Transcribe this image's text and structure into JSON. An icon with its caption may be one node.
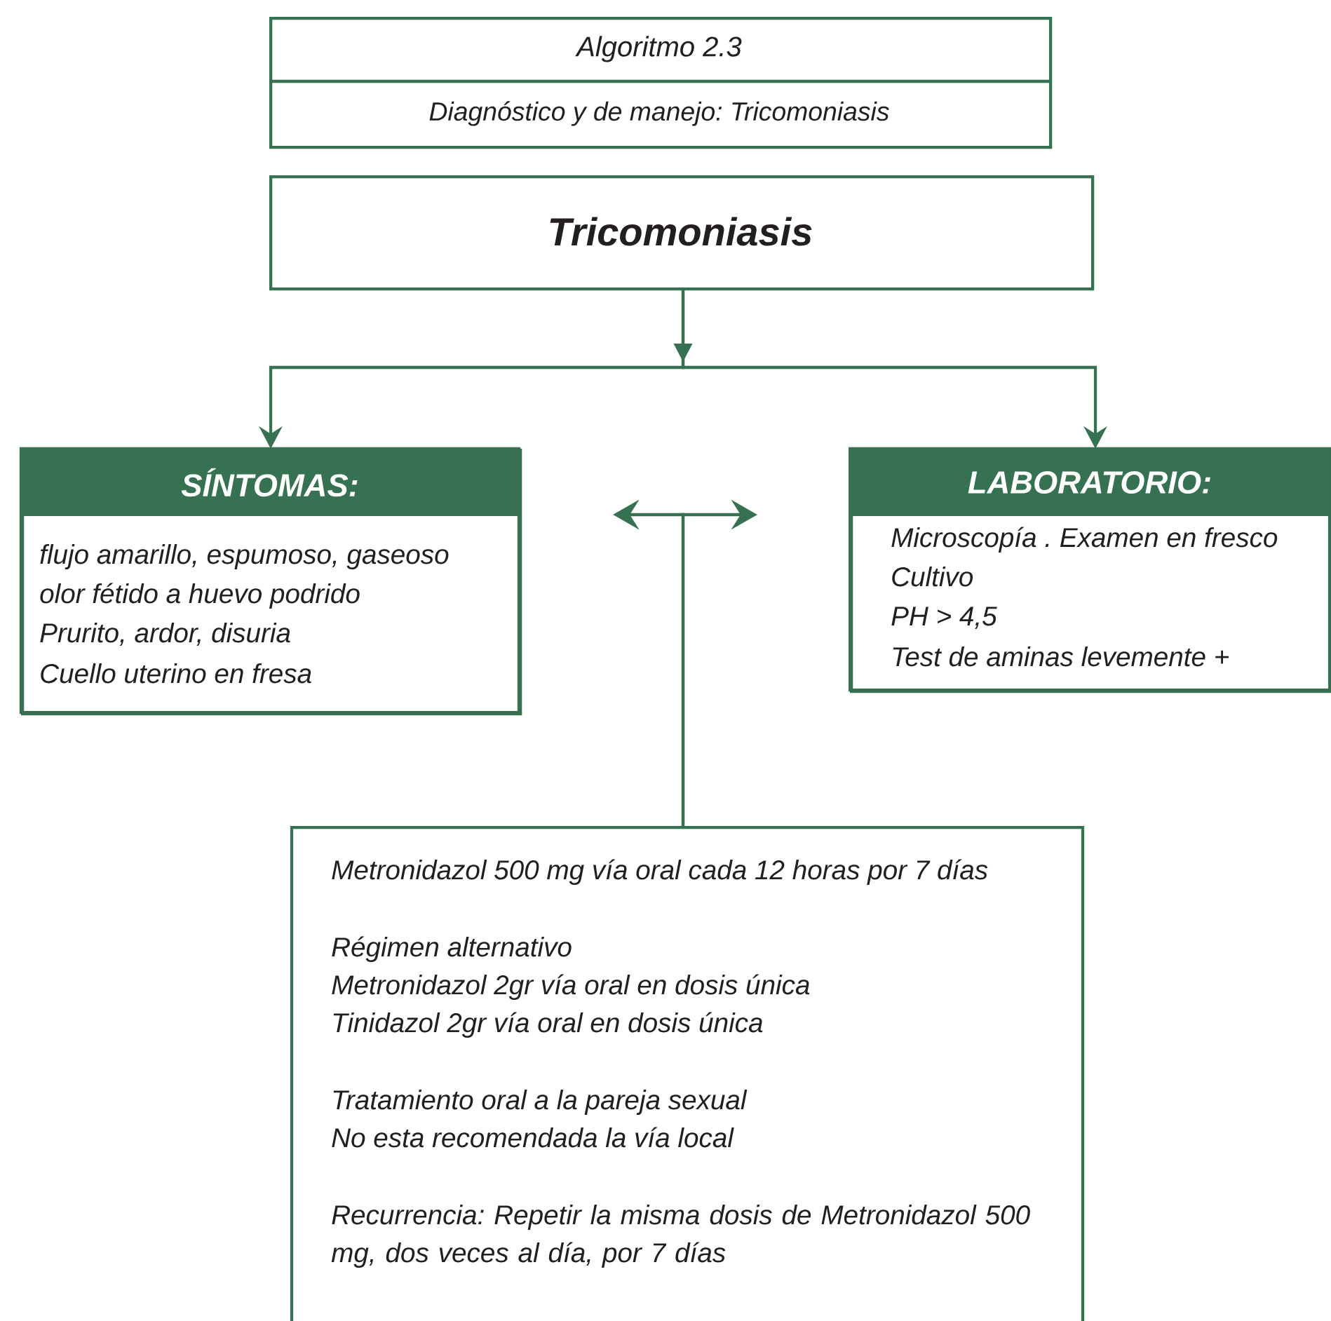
{
  "diagram": {
    "nodes": [
      {
        "text": [
          "Algoritmo 2.3",
          "Diagnóstico y de manejo: Tricomoniasis"
        ]
      },
      {
        "text": [
          "Tricomoniasis"
        ]
      },
      {
        "text": [
          "SÍNTOMAS:",
          "flujo amarillo, espumoso, gaseoso",
          "olor fétido a huevo podrido",
          "Prurito, ardor, disuria",
          "Cuello uterino en fresa"
        ]
      },
      {
        "text": [
          "LABORATORIO:",
          "Microscopía . Examen en fresco",
          "Cultivo",
          "PH > 4,5",
          "Test de aminas levemente +"
        ]
      },
      {
        "text": [
          "Metronidazol 500 mg vía oral cada 12 horas por 7 días",
          "Régimen alternativo",
          "Metronidazol 2gr vía oral en dosis única",
          "Tinidazol 2gr vía oral en dosis única",
          "Tratamiento oral a la pareja sexual",
          "No esta recomendada la vía local",
          "Recurrencia: Repetir la misma dosis de Metronidazol 500 mg, dos veces al día, por 7 días"
        ]
      }
    ],
    "edges": [
      {
        "from": 1,
        "to": 2,
        "arrow": "to"
      },
      {
        "from": 1,
        "to": 3,
        "arrow": "to"
      },
      {
        "from": 4,
        "to": null,
        "arrow": "to"
      },
      {
        "from": 4,
        "to": null,
        "arrow": "to"
      }
    ]
  }
}
